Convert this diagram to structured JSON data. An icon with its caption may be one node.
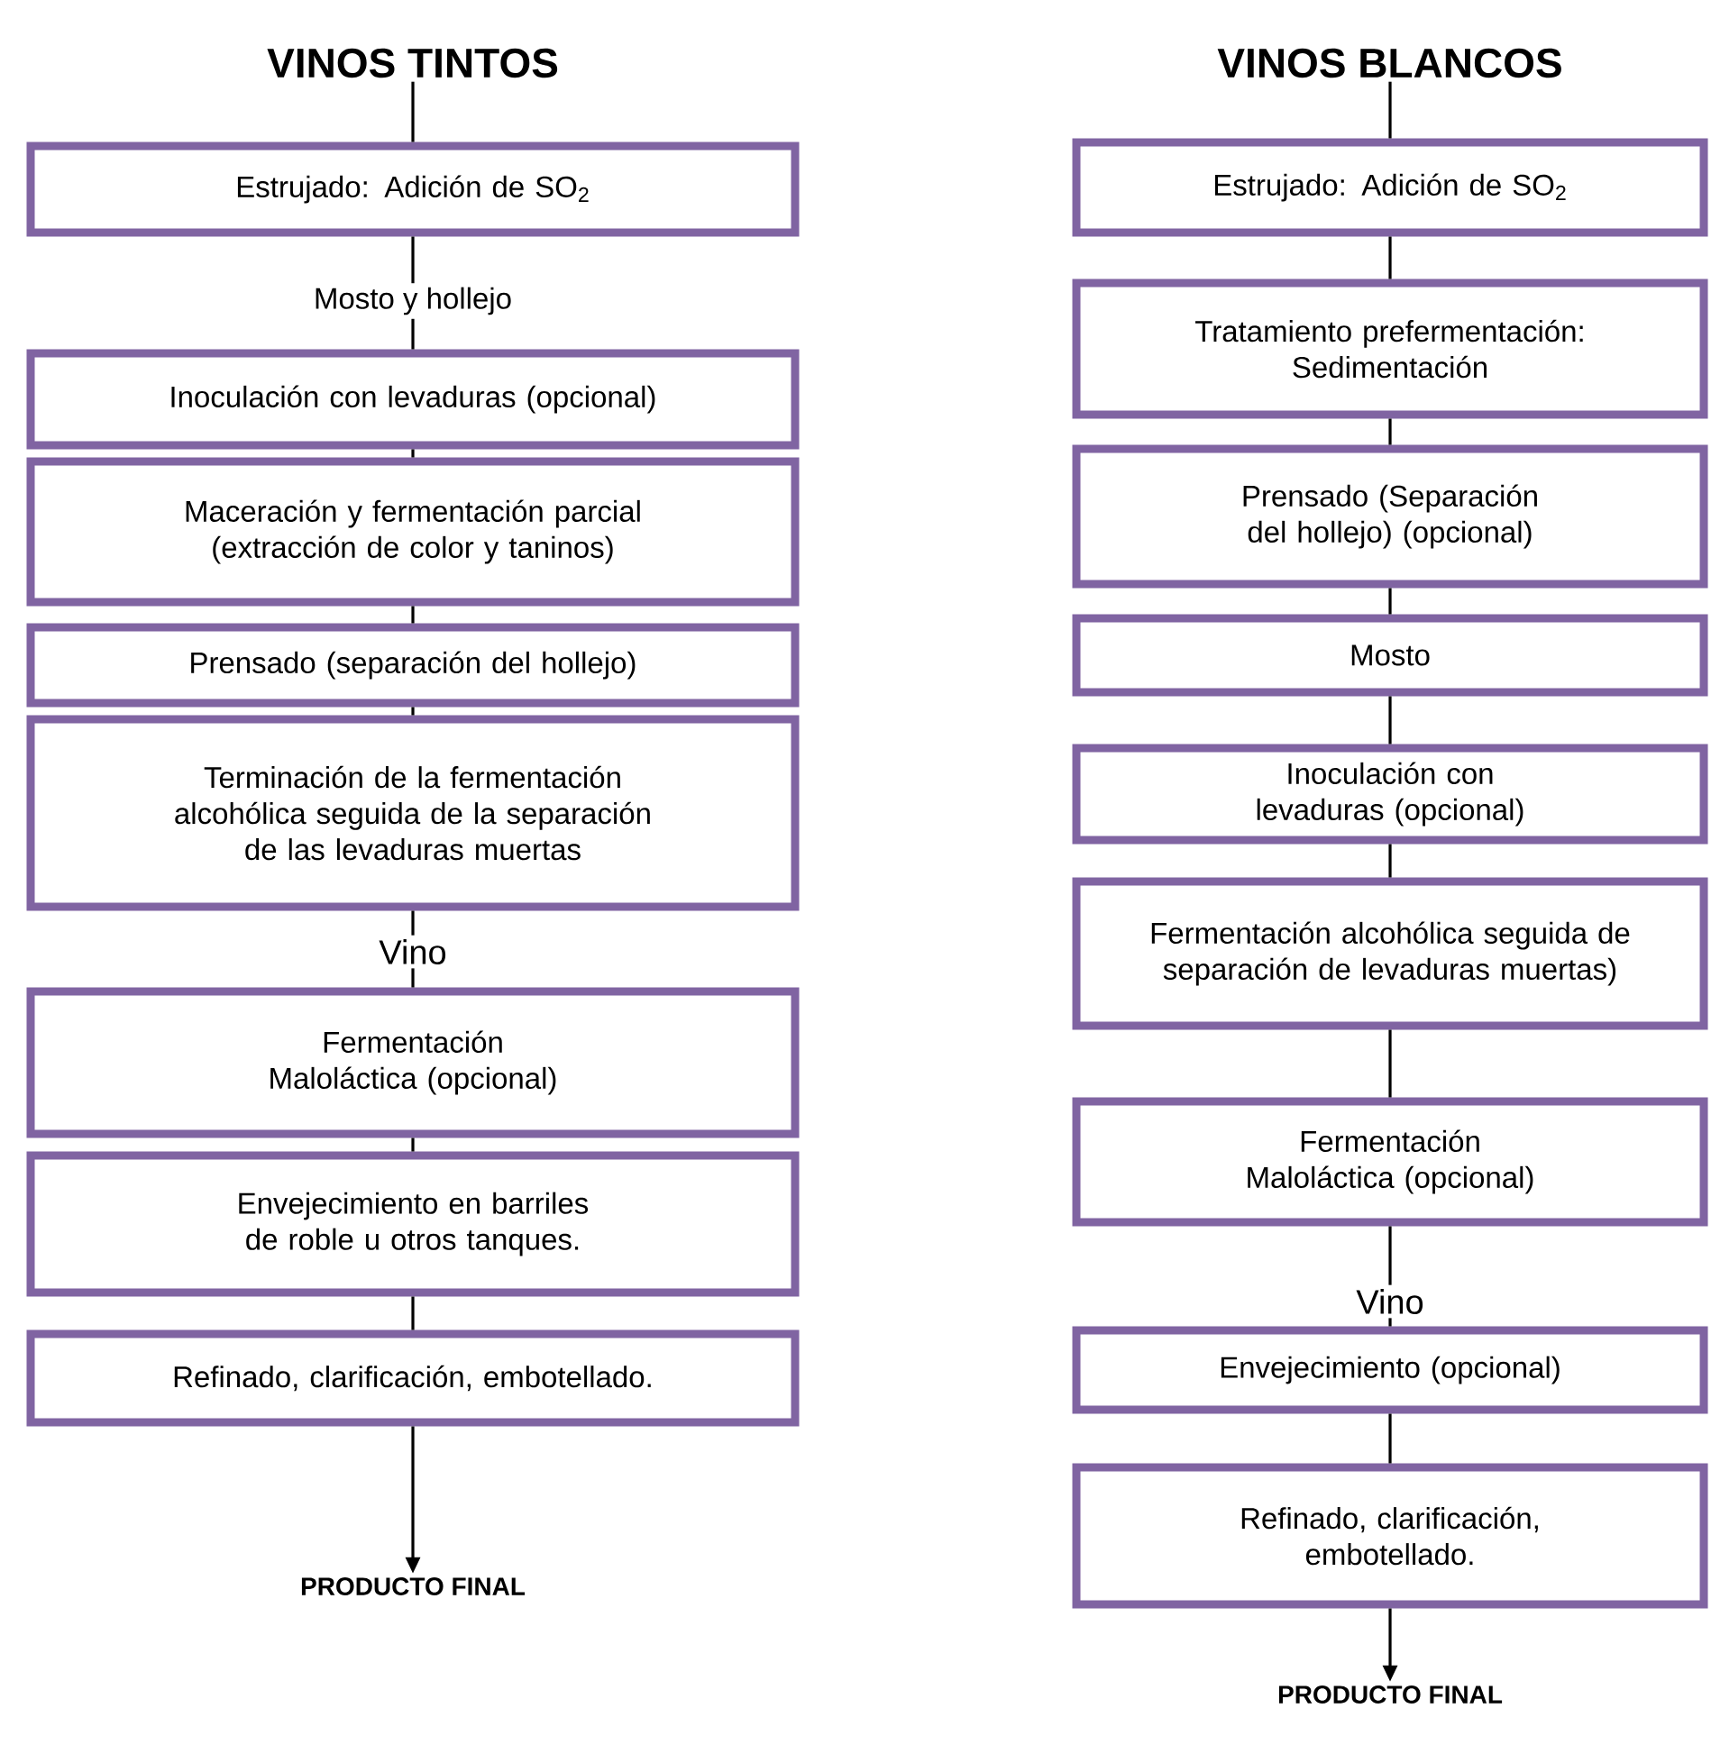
{
  "diagram": {
    "nodes": [
      {
        "text": [
          "VINOS TINTOS"
        ]
      },
      {
        "text": [
          "Estrujado: Adición de SO$_{2}$"
        ]
      },
      {
        "text": [
          "Mosto y hollejo"
        ]
      },
      {
        "text": [
          "Inoculación con levaduras (opcional)"
        ]
      },
      {
        "text": [
          "Maceración y fermentación parcial (extracción de color y taninos)"
        ]
      },
      {
        "text": [
          "Prensado (separación del hollejo)"
        ]
      },
      {
        "text": [
          "Terminación de la fermentación alcohólica seguida de la separación de las levaduras muertas"
        ]
      },
      {
        "text": [
          "Vino"
        ]
      },
      {
        "text": [
          "Fermentación Maloláctica (opcional)"
        ]
      },
      {
        "text": [
          "Envejecimiento en barriles de roble u otros tanques."
        ]
      },
      {
        "text": [
          "Refinado, clarificación, embotellado."
        ]
      },
      {
        "text": [
          "PRODUCTO FINAL"
        ]
      },
      {
        "text": [
          "VINOS BLANCOS"
        ]
      },
      {
        "text": [
          "Estrujado: Adición de SO$_{2}$"
        ]
      },
      {
        "text": [
          "Tratamiento prefermentación: Sedimentación"
        ]
      },
      {
        "text": [
          "Prensado (Separación del hollejo) (opcional)"
        ]
      },
      {
        "text": [
          "Mosto"
        ]
      },
      {
        "text": [
          "Inoculación con levaduras (opcional)"
        ]
      },
      {
        "text": [
          "Fermentación alcohólica seguida de separación de levaduras muertas)"
        ]
      },
      {
        "text": [
          "Fermentación Maloláctica (opcional)"
        ]
      },
      {
        "text": [
          "Vino"
        ]
      },
      {
        "text": [
          "Envejecimiento (opcional)"
        ]
      },
      {
        "text": [
          "Refinado, clarificación, embotellado."
        ]
      },
      {
        "text": [
          "PRODUCTO FINAL"
        ]
      }
    ],
    "edges": [
      {
        "from": 0,
        "to": 1,
        "arrow": "none"
      },
      {
        "from": 1,
        "to": 2,
        "arrow": "none"
      },
      {
        "from": 2,
        "to": 3,
        "arrow": "none"
      },
      {
        "from": 3,
        "to": 4,
        "arrow": "none"
      },
      {
        "from": 4,
        "to": 5,
        "arrow": "none"
      },
      {
        "from": 5,
        "to": 6,
        "arrow": "none"
      },
      {
        "from": 6,
        "to": 7,
        "arrow": "none"
      },
      {
        "from": 7,
        "to": 8,
        "arrow": "none"
      },
      {
        "from": 8,
        "to": 9,
        "arrow": "none"
      },
      {
        "from": 9,
        "to": 10,
        "arrow": "none"
      },
      {
        "from": 10,
        "to": 11,
        "arrow": "to"
      },
      {
        "from": 12,
        "to": 13,
        "arrow": "none"
      },
      {
        "from": 13,
        "to": 14,
        "arrow": "none"
      },
      {
        "from": 14,
        "to": 15,
        "arrow": "none"
      },
      {
        "from": 15,
        "to": 16,
        "arrow": "none"
      },
      {
        "from": 16,
        "to": 17,
        "arrow": "none"
      },
      {
        "from": 17,
        "to": 18,
        "arrow": "none"
      },
      {
        "from": 18,
        "to": 19,
        "arrow": "none"
      },
      {
        "from": 19,
        "to": 20,
        "arrow": "none"
      },
      {
        "from": 20,
        "to": 21,
        "arrow": "none"
      },
      {
        "from": 21,
        "to": 22,
        "arrow": "none"
      },
      {
        "from": 22,
        "to": 23,
        "arrow": "to"
      }
    ]
  }
}
